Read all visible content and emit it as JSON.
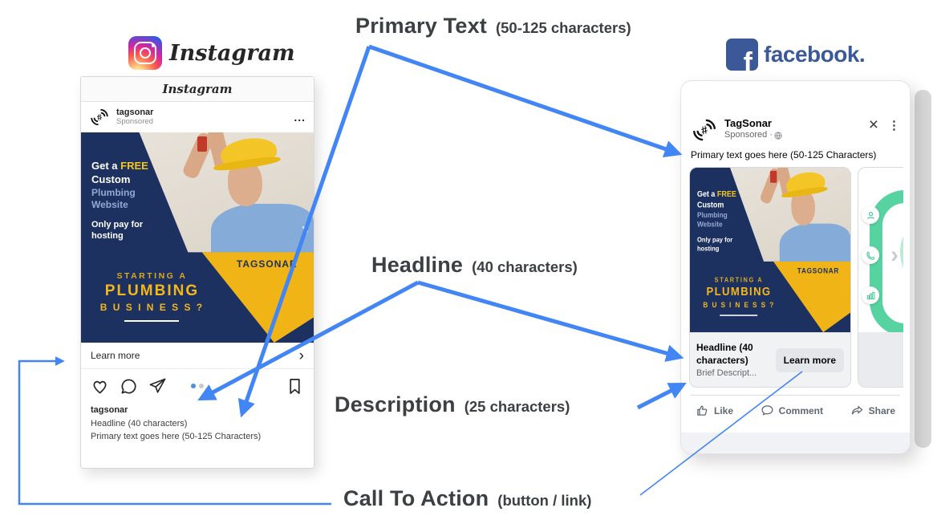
{
  "annotations": {
    "primary_text": {
      "title": "Primary Text",
      "detail": "(50-125 characters)"
    },
    "headline": {
      "title": "Headline",
      "detail": "(40 characters)"
    },
    "description": {
      "title": "Description",
      "detail": "(25 characters)"
    },
    "call_to_action": {
      "title": "Call To Action",
      "detail": "(button / link)"
    }
  },
  "icons": {
    "close": "×",
    "kebab": "⋮",
    "ellipsis": "...",
    "chevron_right": "›"
  },
  "colors": {
    "arrow_blue": "#4285f4",
    "label_gray": "#3c4043",
    "facebook_blue": "#3b5998",
    "ad_navy": "#1d3160",
    "ad_yellow": "#f0b416"
  },
  "instagram": {
    "brand_label": "Instagram",
    "app_header": "Instagram",
    "post": {
      "username": "tagsonar",
      "sponsored_label": "Sponsored",
      "cta_label": "Learn more",
      "caption_username": "tagsonar",
      "caption_headline": "Headline (40 characters)",
      "caption_primary_text": "Primary text goes here (50-125 Characters)"
    }
  },
  "facebook": {
    "brand_label": "facebook.",
    "post": {
      "username": "TagSonar",
      "sponsored_label": "Sponsored · ",
      "primary_text": "Primary text goes here (50-125 Characters)",
      "headline": "Headline (40 characters)",
      "description": "Brief Descript...",
      "cta_button": "Learn more",
      "like_label": "Like",
      "comment_label": "Comment",
      "share_label": "Share"
    }
  },
  "ad_creative": {
    "offer_line_1a": "Get a",
    "offer_line_1b": "FREE",
    "offer_line_2": "Custom",
    "offer_line_3": "Plumbing",
    "offer_line_4": "Website",
    "offer_line_5": "Only pay for",
    "offer_line_6": "hosting",
    "tagline_1": "STARTING A",
    "tagline_2": "PLUMBING",
    "tagline_3": "B U S I N E S S  ?",
    "brand": "TAGSONAR"
  }
}
